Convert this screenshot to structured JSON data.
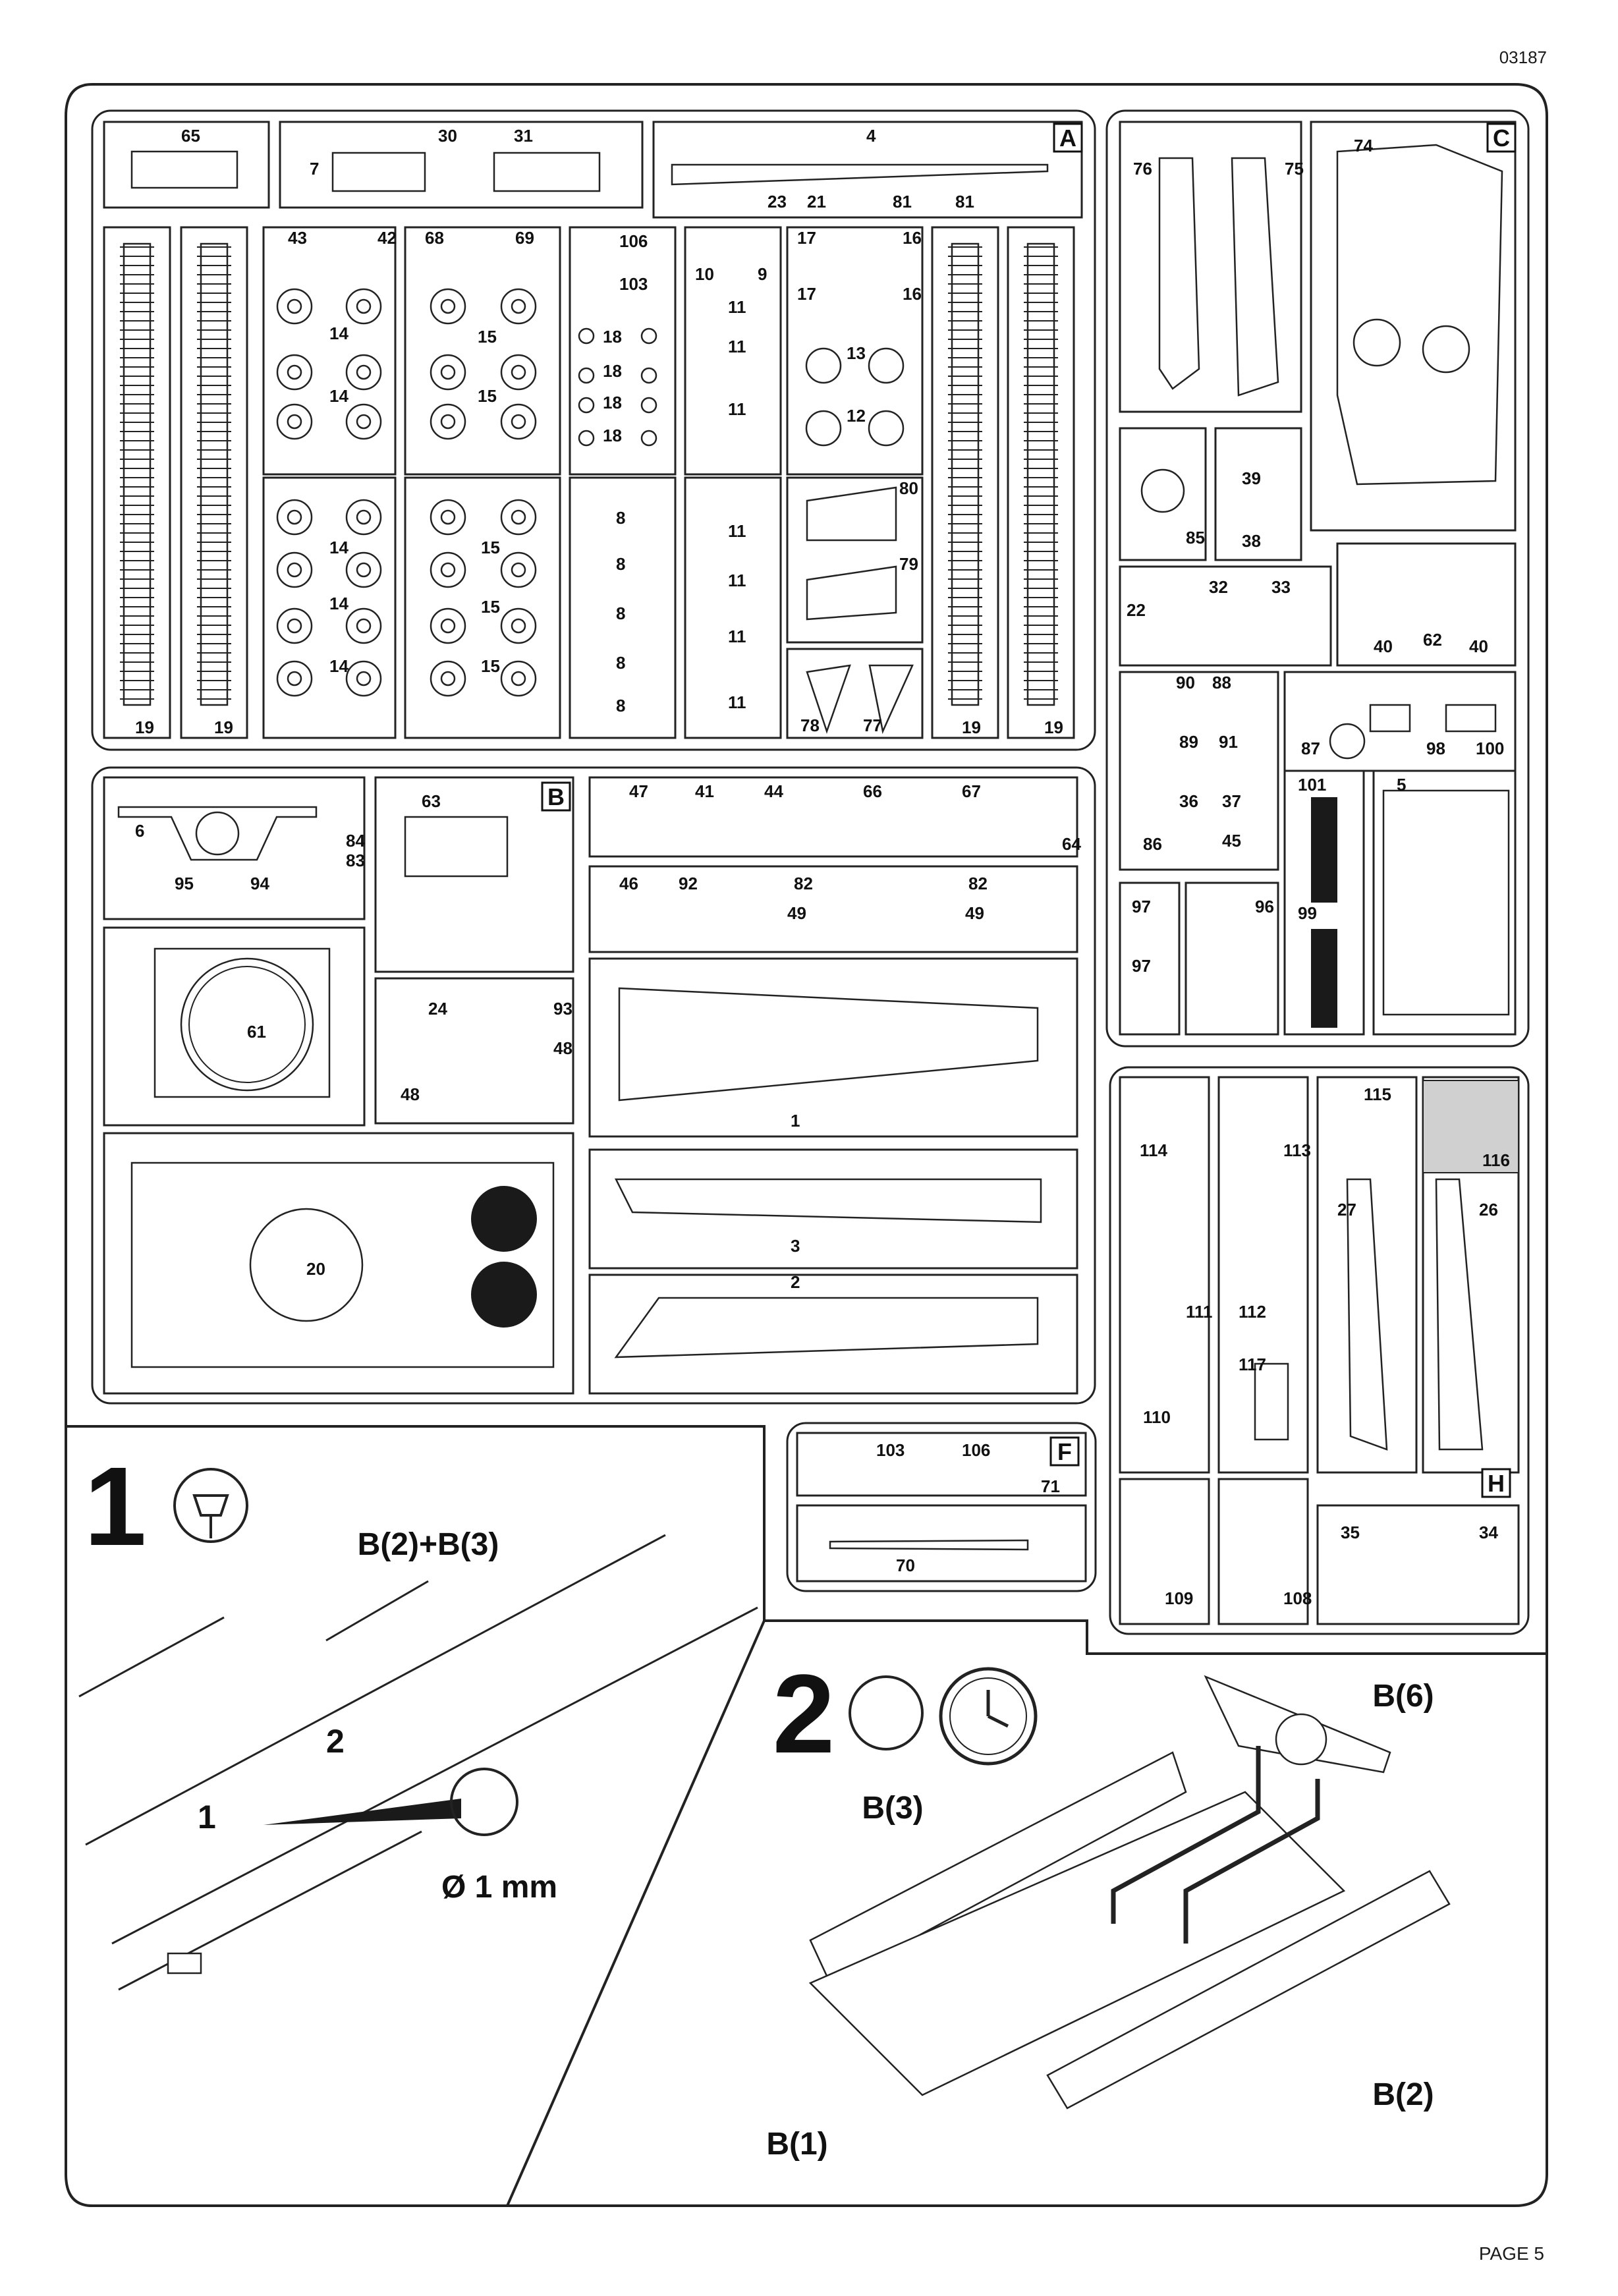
{
  "header": {
    "doc_id": "03187"
  },
  "footer": {
    "page": "PAGE 5"
  },
  "sprues": {
    "A": {
      "letter": "A",
      "labels": [
        "65",
        "30",
        "31",
        "7",
        "4",
        "23",
        "21",
        "81",
        "81",
        "43",
        "42",
        "68",
        "69",
        "106",
        "103",
        "10",
        "9",
        "17",
        "16",
        "17",
        "16",
        "14",
        "14",
        "15",
        "15",
        "18",
        "18",
        "18",
        "18",
        "11",
        "11",
        "11",
        "13",
        "12",
        "14",
        "14",
        "14",
        "15",
        "15",
        "15",
        "8",
        "8",
        "8",
        "8",
        "8",
        "11",
        "11",
        "11",
        "11",
        "80",
        "79",
        "78",
        "77",
        "19",
        "19",
        "19",
        "19"
      ]
    },
    "B": {
      "letter": "B",
      "labels": [
        "63",
        "6",
        "84",
        "83",
        "95",
        "94",
        "61",
        "24",
        "93",
        "48",
        "48",
        "20",
        "47",
        "41",
        "44",
        "66",
        "67",
        "64",
        "46",
        "92",
        "82",
        "49",
        "82",
        "49",
        "1",
        "3",
        "2"
      ]
    },
    "C": {
      "letter": "C",
      "labels": [
        "76",
        "75",
        "74",
        "39",
        "38",
        "85",
        "22",
        "32",
        "33",
        "62",
        "40",
        "40",
        "90",
        "88",
        "89",
        "91",
        "36",
        "37",
        "86",
        "45",
        "87",
        "98",
        "100",
        "101",
        "5",
        "99",
        "97",
        "97",
        "96"
      ]
    },
    "H": {
      "letter": "H",
      "labels": [
        "115",
        "116",
        "114",
        "113",
        "27",
        "26",
        "111",
        "112",
        "117",
        "110",
        "109",
        "108",
        "35",
        "34"
      ]
    },
    "F": {
      "letter": "F",
      "labels": [
        "103",
        "106",
        "71",
        "70"
      ]
    }
  },
  "steps": [
    {
      "number": "1",
      "callout": "B(2)+B(3)",
      "drill_note": "Ø 1 mm",
      "hole_labels": [
        "1",
        "2"
      ]
    },
    {
      "number": "2",
      "callouts": [
        "B(6)",
        "B(3)",
        "B(1)",
        "B(2)"
      ]
    }
  ]
}
